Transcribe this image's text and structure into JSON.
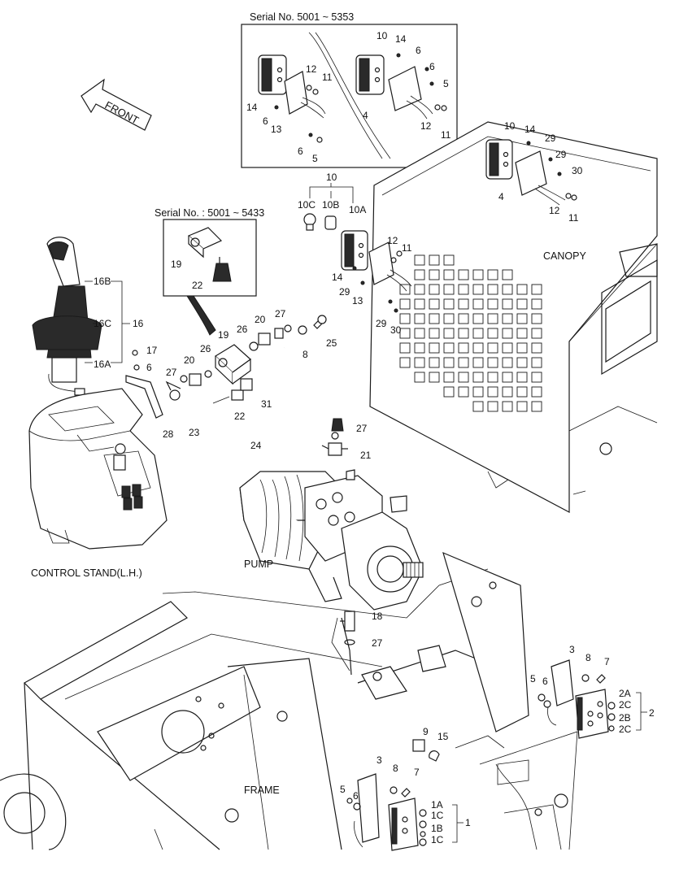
{
  "callouts": {
    "serial_top": "Serial No. 5001 ~ 5353",
    "serial_mid": "Serial No. : 5001 ~ 5433",
    "front": "FRONT",
    "canopy": "CANOPY",
    "control_stand": "CONTROL STAND(L.H.)",
    "pump": "PUMP",
    "frame": "FRAME"
  },
  "parts": {
    "p10_top": "10",
    "p14_top": "14",
    "p6_top_a": "6",
    "p12_top_a": "12",
    "p11_top_a": "11",
    "p6_top_b": "6",
    "p5_top_a": "5",
    "p4_top": "4",
    "p14_top_b": "14",
    "p6_top_c": "6",
    "p13_top": "13",
    "p12_top_b": "12",
    "p11_top_b": "11",
    "p6_top_d": "6",
    "p5_top_b": "5",
    "p10_right": "10",
    "p14_right": "14",
    "p29_right_a": "29",
    "p29_right_b": "29",
    "p30_right": "30",
    "p4_right": "4",
    "p12_right": "12",
    "p11_right": "11",
    "p10_mid": "10",
    "p10c": "10C",
    "p10b": "10B",
    "p10a": "10A",
    "p12_mid": "12",
    "p11_mid": "11",
    "p14_mid": "14",
    "p29_mid_a": "29",
    "p13_mid": "13",
    "p29_mid_b": "29",
    "p30_mid": "30",
    "p19_inset": "19",
    "p22_inset": "22",
    "p16b": "16B",
    "p16c": "16C",
    "p16": "16",
    "p16a": "16A",
    "p17": "17",
    "p6_cs": "6",
    "p19": "19",
    "p26_a": "26",
    "p20_a": "20",
    "p27_a": "27",
    "p8_mid": "8",
    "p25": "25",
    "p20_b": "20",
    "p26_b": "26",
    "p27_b": "27",
    "p22": "22",
    "p31": "31",
    "p28": "28",
    "p23": "23",
    "p24": "24",
    "p27_c": "27",
    "p21": "21",
    "p18": "18",
    "p27_d": "27",
    "p3_right": "3",
    "p8_right": "8",
    "p7_right": "7",
    "p5_right": "5",
    "p6_right": "6",
    "p2a": "2A",
    "p2c_a": "2C",
    "p2b": "2B",
    "p2c_b": "2C",
    "p2": "2",
    "p9": "9",
    "p15": "15",
    "p3_low": "3",
    "p8_low": "8",
    "p7_low": "7",
    "p5_low": "5",
    "p6_low": "6",
    "p1a": "1A",
    "p1c_a": "1C",
    "p1b": "1B",
    "p1c_b": "1C",
    "p1": "1"
  }
}
